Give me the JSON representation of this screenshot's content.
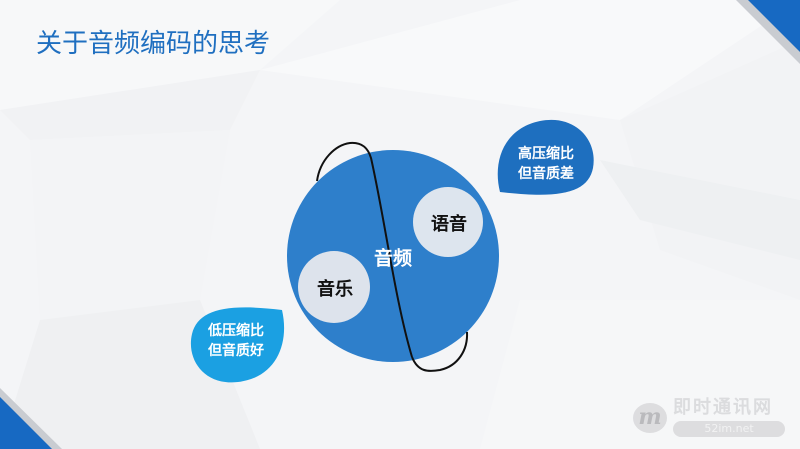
{
  "slide": {
    "title": "关于音频编码的思考",
    "colors": {
      "title": "#1f6fc0",
      "main_circle": "#2e7fcb",
      "sub_circle": "#dde5ee",
      "drop_high": "#1e6fbf",
      "drop_low": "#1ba0e2",
      "corner_accent": "#1769c2",
      "outline_ring": "#111111"
    }
  },
  "diagram": {
    "main_circle": {
      "label": "音频"
    },
    "sub_circles": [
      {
        "label": "语音"
      },
      {
        "label": "音乐"
      }
    ],
    "callouts": [
      {
        "line1": "高压缩比",
        "line2": "但音质差"
      },
      {
        "line1": "低压缩比",
        "line2": "但音质好"
      }
    ]
  },
  "watermark": {
    "logo_letter": "m",
    "name": "即时通讯网",
    "url": "52im.net"
  }
}
